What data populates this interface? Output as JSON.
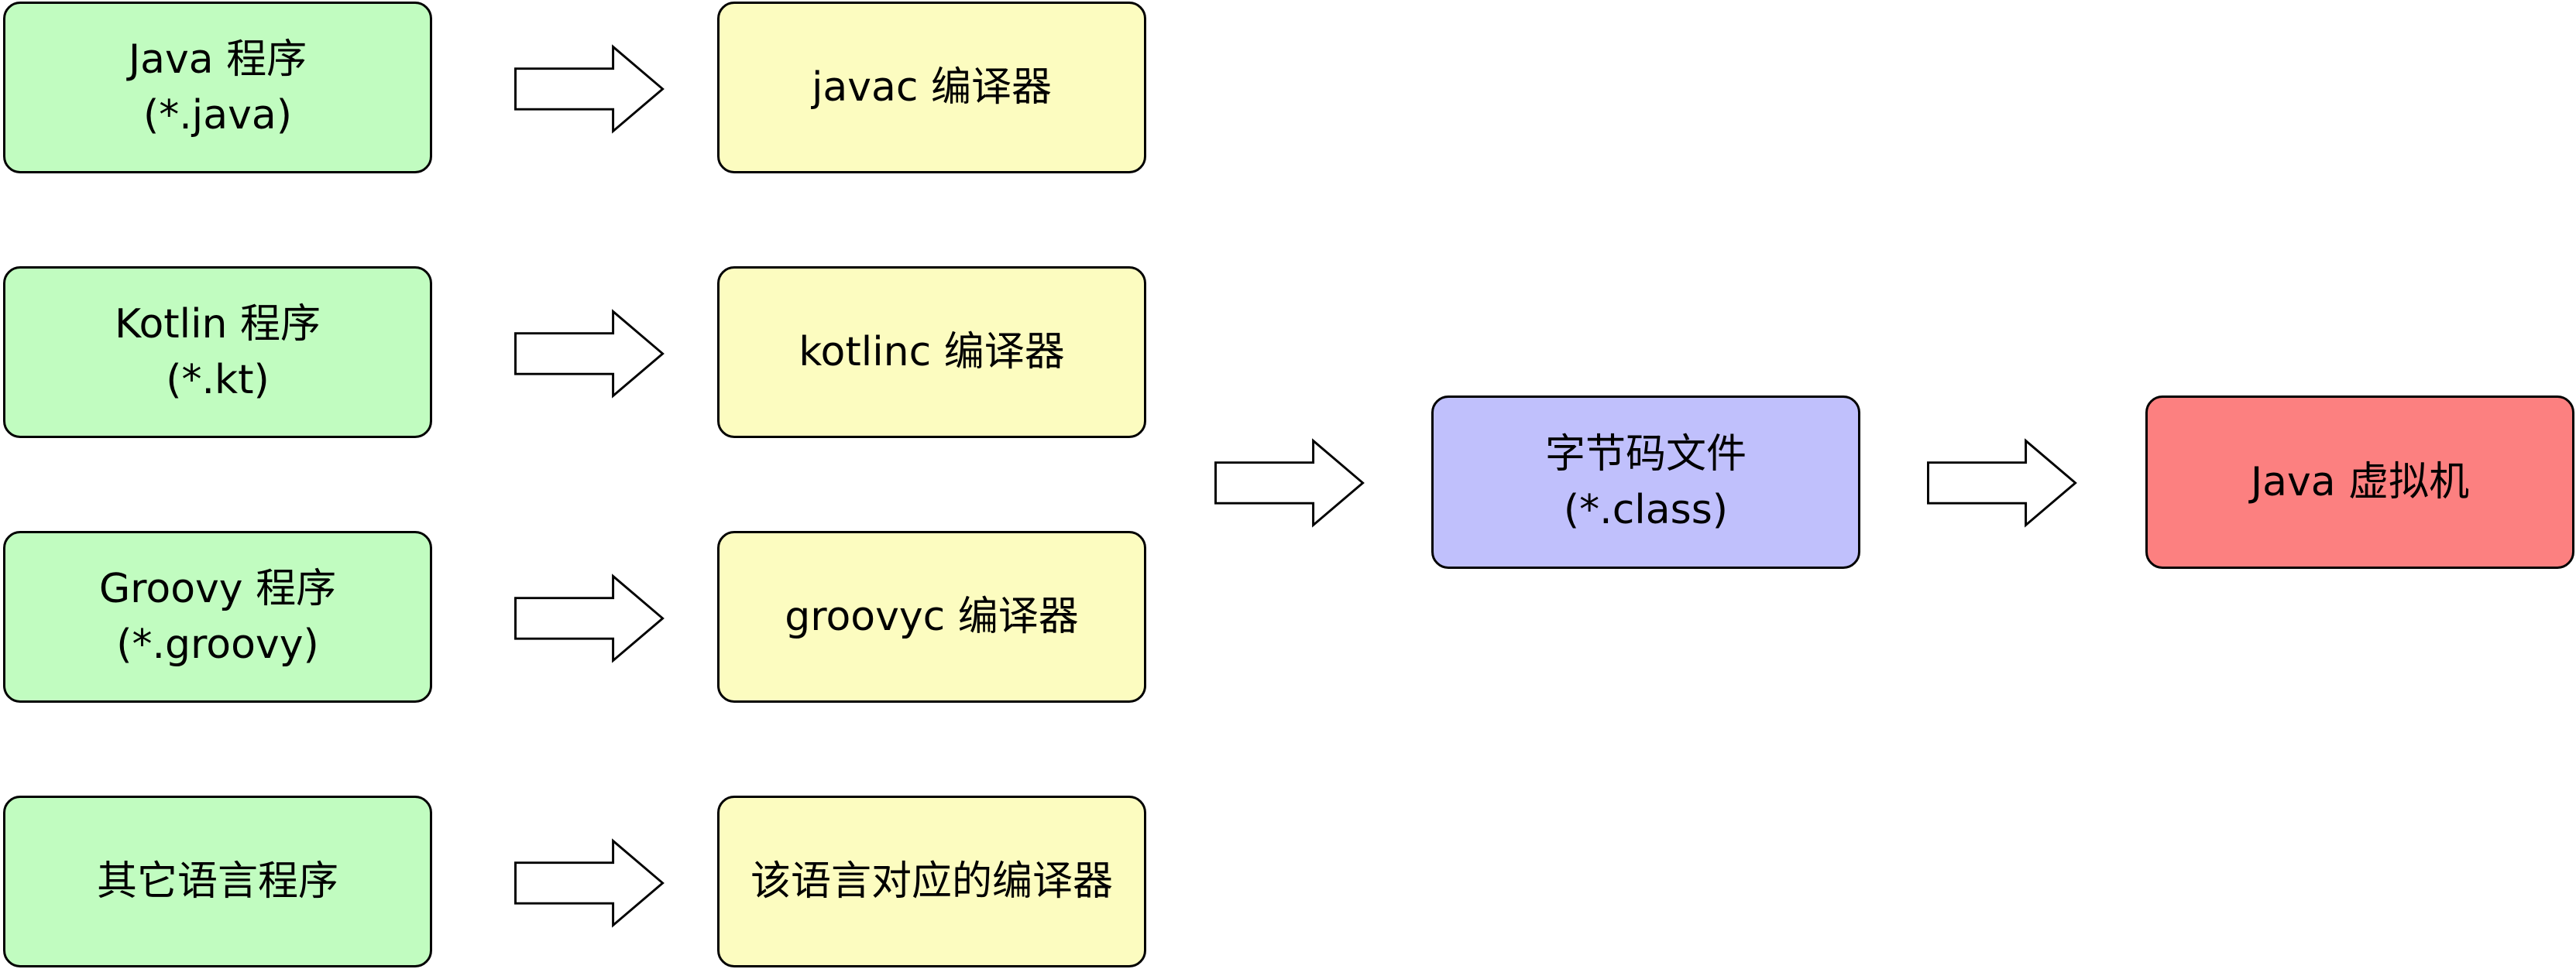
{
  "colors": {
    "source": "#c1fcc0",
    "compiler": "#fcfcc0",
    "bytecode": "#c0c0fc",
    "jvm": "#fc8080",
    "stroke": "#000000"
  },
  "sources": [
    {
      "line1": "Java 程序",
      "line2": "(*.java)"
    },
    {
      "line1": "Kotlin 程序",
      "line2": "(*.kt)"
    },
    {
      "line1": "Groovy 程序",
      "line2": "(*.groovy)"
    },
    {
      "line1": "其它语言程序",
      "line2": ""
    }
  ],
  "compilers": [
    {
      "label": "javac 编译器"
    },
    {
      "label": "kotlinc 编译器"
    },
    {
      "label": "groovyc 编译器"
    },
    {
      "label": "该语言对应的编译器"
    }
  ],
  "bytecode": {
    "line1": "字节码文件",
    "line2": "(*.class)"
  },
  "jvm": {
    "label": "Java 虚拟机"
  },
  "arrow_icon": "right-block-arrow-icon"
}
